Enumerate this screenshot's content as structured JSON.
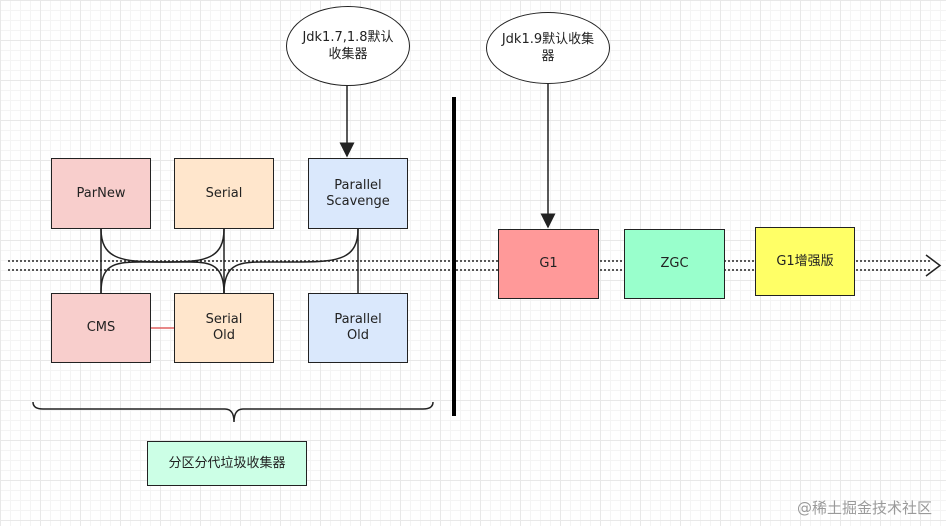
{
  "nodes": {
    "parnew": "ParNew",
    "serial": "Serial",
    "parallel_scavenge": "Parallel\nScavenge",
    "cms": "CMS",
    "serial_old": "Serial\nOld",
    "parallel_old": "Parallel\nOld",
    "g1": "G1",
    "zgc": "ZGC",
    "g1_enhanced": "G1增强版"
  },
  "callouts": {
    "jdk17_18": "Jdk1.7,1.8默认收集器",
    "jdk19": "Jdk1.9默认收集器"
  },
  "group_label": "分区分代垃圾收集器",
  "watermark": "@稀土掘金技术社区"
}
